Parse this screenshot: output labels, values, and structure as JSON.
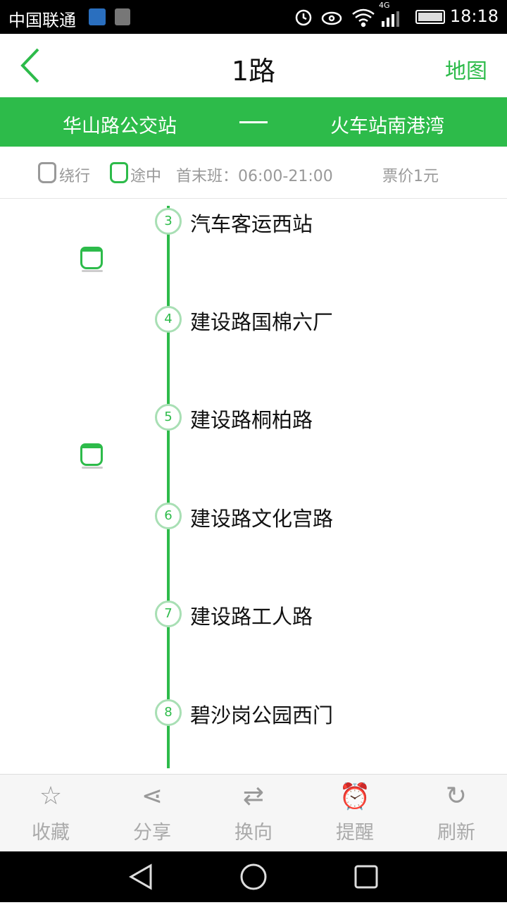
{
  "status": {
    "carrier": "中国联通",
    "network": "4G",
    "time": "18:18"
  },
  "header": {
    "title": "1路",
    "map_label": "地图"
  },
  "route": {
    "from": "华山路公交站",
    "to": "火车站南港湾"
  },
  "info": {
    "detour": "绕行",
    "en_route": "途中",
    "schedule": "首末班：06:00-21:00",
    "fare": "票价1元"
  },
  "stops": [
    {
      "num": "3",
      "name": "汽车客运西站"
    },
    {
      "num": "4",
      "name": "建设路国棉六厂"
    },
    {
      "num": "5",
      "name": "建设路桐柏路"
    },
    {
      "num": "6",
      "name": "建设路文化宫路"
    },
    {
      "num": "7",
      "name": "建设路工人路"
    },
    {
      "num": "8",
      "name": "碧沙岗公园西门"
    }
  ],
  "tabs": [
    {
      "icon": "☆",
      "label": "收藏"
    },
    {
      "icon": "⋖",
      "label": "分享"
    },
    {
      "icon": "⇄",
      "label": "换向"
    },
    {
      "icon": "⏰",
      "label": "提醒"
    },
    {
      "icon": "↻",
      "label": "刷新"
    }
  ]
}
